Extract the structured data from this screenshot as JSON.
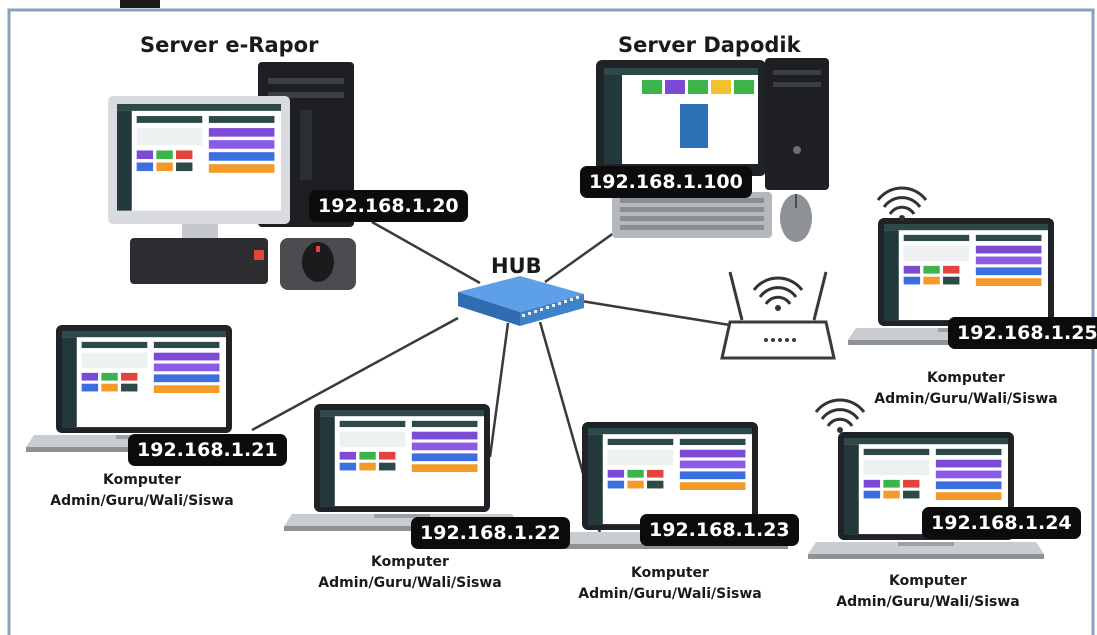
{
  "colors": {
    "border": "#8aa0bd",
    "link": "#3a3a3a",
    "hub": "#4a8bd4",
    "dashboard_header": "#2e4a48",
    "tile_purple": "#7b4bd6",
    "tile_green": "#3bb54a",
    "tile_red": "#e0443c",
    "tile_orange": "#f39a28",
    "tile_blue": "#3b6fe0"
  },
  "diagram": {
    "hub_label": "HUB",
    "server_erapor": {
      "label": "Server e-Rapor",
      "ip": "192.168.1.20",
      "icon": "desktop-tower-icon"
    },
    "server_dapodik": {
      "label": "Server Dapodik",
      "ip": "192.168.1.100",
      "icon": "desktop-tower-icon"
    },
    "router": {
      "icon": "wifi-router-icon"
    },
    "clients": [
      {
        "ip": "192.168.1.21",
        "caption_line1": "Komputer",
        "caption_line2": "Admin/Guru/Wali/Siswa",
        "wireless": false
      },
      {
        "ip": "192.168.1.22",
        "caption_line1": "Komputer",
        "caption_line2": "Admin/Guru/Wali/Siswa",
        "wireless": false
      },
      {
        "ip": "192.168.1.23",
        "caption_line1": "Komputer",
        "caption_line2": "Admin/Guru/Wali/Siswa",
        "wireless": false
      },
      {
        "ip": "192.168.1.24",
        "caption_line1": "Komputer",
        "caption_line2": "Admin/Guru/Wali/Siswa",
        "wireless": true
      },
      {
        "ip": "192.168.1.25",
        "caption_line1": "Komputer",
        "caption_line2": "Admin/Guru/Wali/Siswa",
        "wireless": true
      }
    ]
  }
}
